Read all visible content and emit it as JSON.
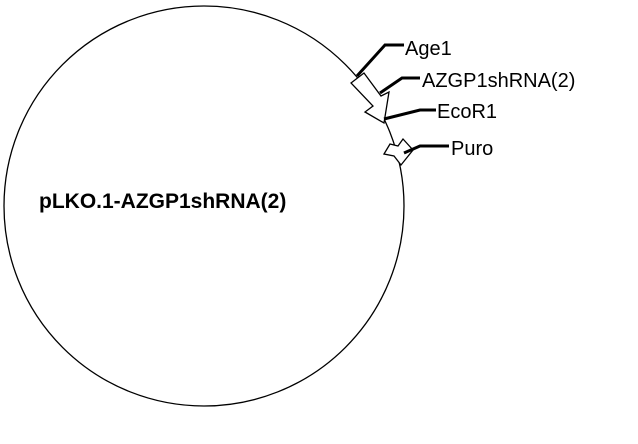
{
  "plasmid": {
    "name": "pLKO.1-AZGP1shRNA(2)",
    "features": [
      {
        "label": "Age1",
        "type": "site"
      },
      {
        "label": "AZGP1shRNA(2)",
        "type": "insert"
      },
      {
        "label": "EcoR1",
        "type": "site"
      },
      {
        "label": "Puro",
        "type": "gene"
      }
    ]
  },
  "colors": {
    "stroke": "#000000",
    "fill": "#ffffff"
  }
}
